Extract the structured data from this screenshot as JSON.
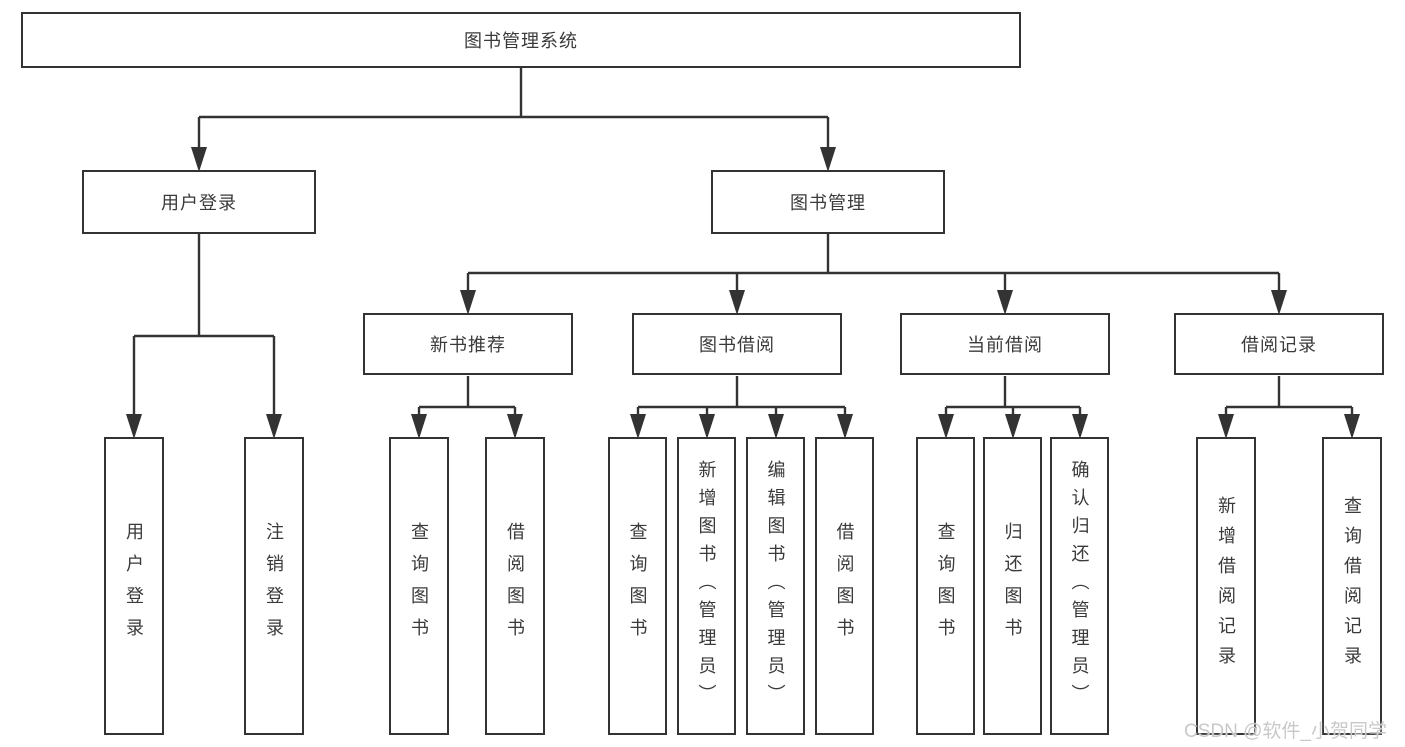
{
  "title": "图书管理系统",
  "watermark": "CSDN @软件_小贺同学",
  "colors": {
    "background": "#ffffff",
    "line": "#333333",
    "box_border": "#333333",
    "text": "#3a3a3a",
    "watermark": "#c9c9c9"
  },
  "tree": {
    "root": {
      "label": "图书管理系统"
    },
    "children": [
      {
        "label": "用户登录",
        "children": [
          {
            "label": "用户登录"
          },
          {
            "label": "注销登录"
          }
        ]
      },
      {
        "label": "图书管理",
        "children": [
          {
            "label": "新书推荐",
            "children": [
              {
                "label": "查询图书"
              },
              {
                "label": "借阅图书"
              }
            ]
          },
          {
            "label": "图书借阅",
            "children": [
              {
                "label": "查询图书"
              },
              {
                "label": "新增图书（管理员）"
              },
              {
                "label": "编辑图书（管理员）"
              },
              {
                "label": "借阅图书"
              }
            ]
          },
          {
            "label": "当前借阅",
            "children": [
              {
                "label": "查询图书"
              },
              {
                "label": "归还图书"
              },
              {
                "label": "确认归还（管理员）"
              }
            ]
          },
          {
            "label": "借阅记录",
            "children": [
              {
                "label": "新增借阅记录"
              },
              {
                "label": "查询借阅记录"
              }
            ]
          }
        ]
      }
    ]
  }
}
